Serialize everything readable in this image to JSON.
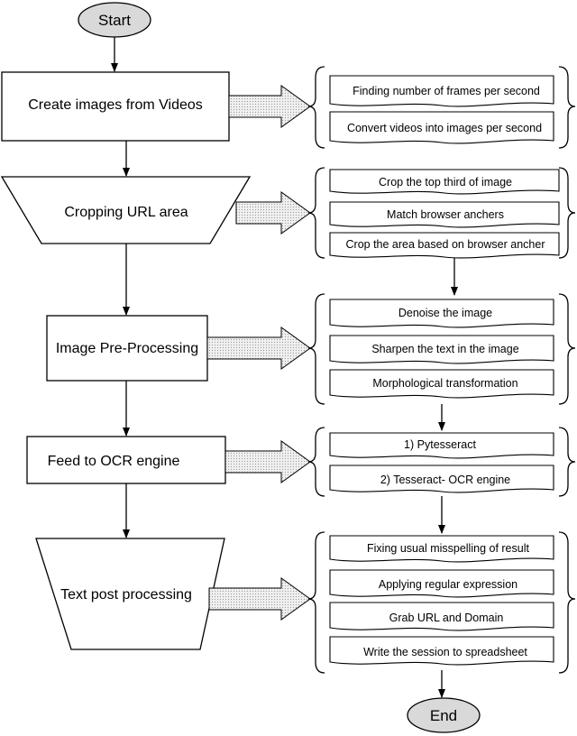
{
  "start": "Start",
  "end": "End",
  "steps": [
    {
      "label": "Create images from Videos",
      "substeps": [
        "Finding number of frames per second",
        "Convert videos into images per second"
      ]
    },
    {
      "label": "Cropping URL area",
      "substeps": [
        "Crop the top third of image",
        "Match browser anchers",
        "Crop the area based on browser ancher"
      ]
    },
    {
      "label": "Image Pre-Processing",
      "substeps": [
        "Denoise the image",
        "Sharpen the text in the image",
        "Morphological transformation"
      ]
    },
    {
      "label": "Feed to OCR engine",
      "substeps": [
        "1) Pytesseract",
        "2) Tesseract- OCR engine"
      ]
    },
    {
      "label": "Text post processing",
      "substeps": [
        "Fixing usual misspelling of result",
        "Applying regular expression",
        "Grab URL and Domain",
        "Write the session to spreadsheet"
      ]
    }
  ],
  "colors": {
    "stroke": "#000000",
    "fill_start_end": "#d9d9d9",
    "arrow_fill": "#e6e6e6"
  }
}
